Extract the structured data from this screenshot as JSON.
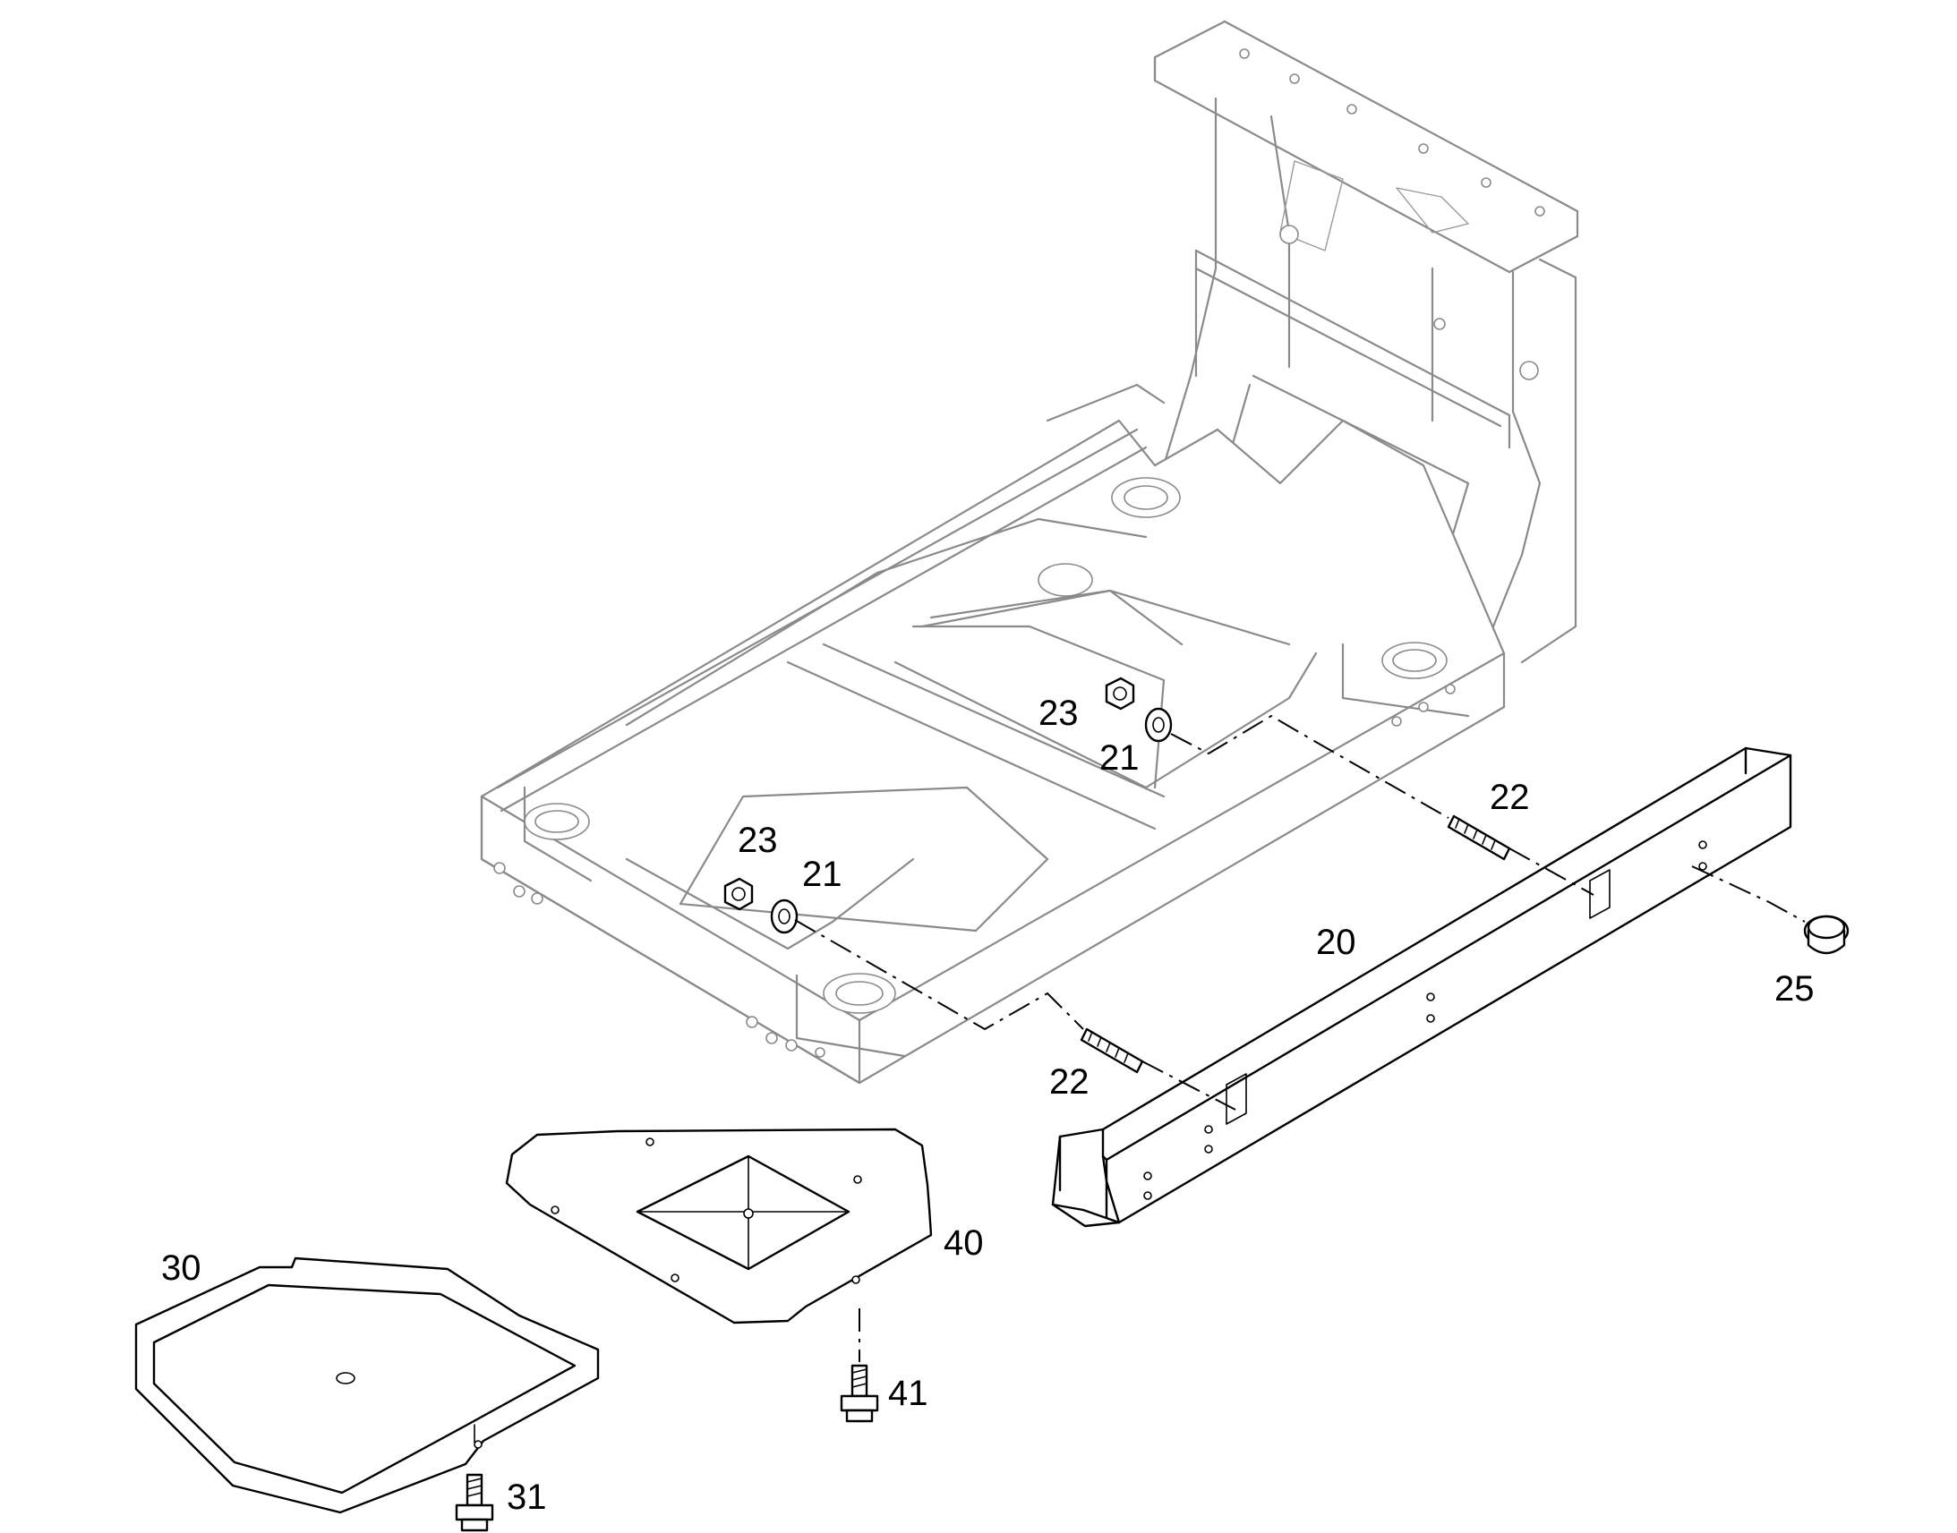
{
  "callouts": [
    {
      "id": "c20",
      "text": "20"
    },
    {
      "id": "c21a",
      "text": "21"
    },
    {
      "id": "c21b",
      "text": "21"
    },
    {
      "id": "c22a",
      "text": "22"
    },
    {
      "id": "c22b",
      "text": "22"
    },
    {
      "id": "c23a",
      "text": "23"
    },
    {
      "id": "c23b",
      "text": "23"
    },
    {
      "id": "c25",
      "text": "25"
    },
    {
      "id": "c30",
      "text": "30"
    },
    {
      "id": "c31",
      "text": "31"
    },
    {
      "id": "c40",
      "text": "40"
    },
    {
      "id": "c41",
      "text": "41"
    }
  ]
}
